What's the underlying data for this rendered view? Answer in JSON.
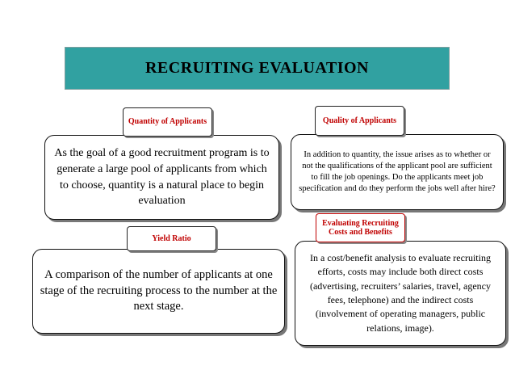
{
  "title": "RECRUITING EVALUATION",
  "labels": {
    "quantity": "Quantity of Applicants",
    "quality": "Quality of Applicants",
    "yield": "Yield Ratio",
    "evaluating": "Evaluating Recruiting Costs and Benefits"
  },
  "cards": {
    "quantity": "As the goal of a good recruitment program is to generate a large pool of applicants from which to choose, quantity is a natural place to begin evaluation",
    "quality": "In addition to quantity, the issue arises as to whether or not the qualifications of the applicant pool are sufficient to fill the job openings. Do the applicants meet job specification and do they perform the jobs well after hire?",
    "yield": "A comparison of the number of applicants at one stage of the recruiting process to the number at the next stage.",
    "evaluating": "In a cost/benefit analysis to evaluate recruiting efforts, costs may include both direct costs (advertising, recruiters’ salaries, travel, agency fees, telephone) and the indirect costs (involvement of operating managers, public relations, image)."
  },
  "colors": {
    "banner": "#31a1a1",
    "label_text": "#c00000"
  }
}
